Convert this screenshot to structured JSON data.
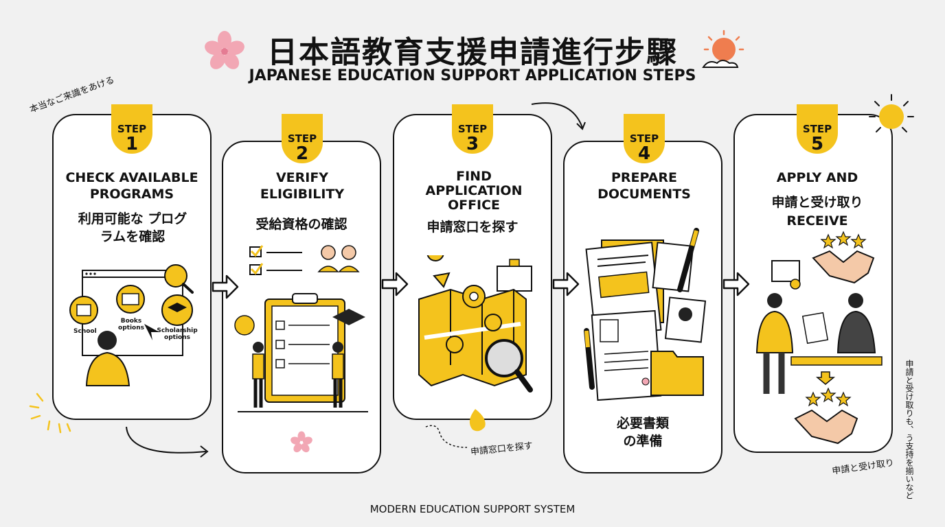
{
  "header": {
    "title_jp": "日本語教育支援申請進行步驟",
    "title_en": "JAPANESE EDUCATION SUPPORT APPLICATION STEPS"
  },
  "notes": {
    "left_margin": "本当なご来識をあける",
    "bottom_step3": "申請窓口を探す",
    "right_margin": "申請と受け取りも、う支持を揃いなど",
    "bottom_right": "申請と受け取り"
  },
  "steps": [
    {
      "label": "STEP",
      "num": "1",
      "title_en": "CHECK AVAILABLE PROGRAMS",
      "title_jp": "利用可能な プログラムを確認",
      "icons": {
        "school": "School",
        "books": "Books options",
        "scholarship": "Scholarship options"
      }
    },
    {
      "label": "STEP",
      "num": "2",
      "title_en": "VERIFY ELIGIBILITY",
      "title_jp": "受給資格の確認"
    },
    {
      "label": "STEP",
      "num": "3",
      "title_en": "FIND APPLICATION OFFICE",
      "title_jp": "申請窓口を探す"
    },
    {
      "label": "STEP",
      "num": "4",
      "title_en": "PREPARE DOCUMENTS",
      "title_jp": "必要書類 の準備"
    },
    {
      "label": "STEP",
      "num": "5",
      "title_en": "APPLY AND",
      "title_jp": "申請と受け取り",
      "title_en2": "RECEIVE"
    }
  ],
  "footer": "MODERN EDUCATION SUPPORT SYSTEM",
  "colors": {
    "accent": "#f4c31d",
    "line": "#111111",
    "card": "#ffffff",
    "background": "#f1f1f1",
    "blossom": "#f2a7b4",
    "sun": "#ef7d4f"
  }
}
